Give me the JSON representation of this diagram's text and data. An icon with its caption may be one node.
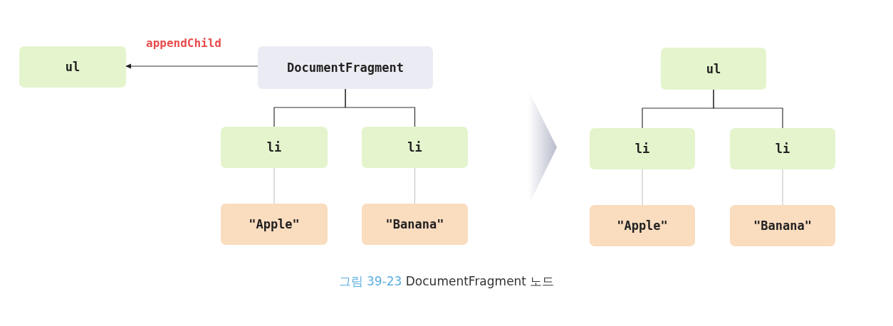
{
  "diagram": {
    "caption": "그림 39-23 DocumentFragment 노드",
    "nodes": [
      {
        "text": [
          "ul"
        ]
      },
      {
        "text": [
          "DocumentFragment"
        ]
      },
      {
        "text": [
          "li"
        ]
      },
      {
        "text": [
          "li"
        ]
      },
      {
        "text": [
          "\"Apple\""
        ]
      },
      {
        "text": [
          "\"Banana\""
        ]
      },
      {
        "text": [
          "ul"
        ]
      },
      {
        "text": [
          "li"
        ]
      },
      {
        "text": [
          "li"
        ]
      },
      {
        "text": [
          "\"Apple\""
        ]
      },
      {
        "text": [
          "\"Banana\""
        ]
      }
    ],
    "edges": [
      {
        "from": 1,
        "to": 0,
        "arrow": "to",
        "label": "appendChild"
      },
      {
        "from": 1,
        "to": 2,
        "arrow": "none"
      },
      {
        "from": 1,
        "to": 3,
        "arrow": "none"
      },
      {
        "from": 2,
        "to": 4,
        "arrow": "none",
        "color": "#c8c8c8"
      },
      {
        "from": 3,
        "to": 5,
        "arrow": "none",
        "color": "#c8c8c8"
      },
      {
        "from": 6,
        "to": 7,
        "arrow": "none"
      },
      {
        "from": 6,
        "to": 8,
        "arrow": "none"
      },
      {
        "from": 7,
        "to": 9,
        "arrow": "none",
        "color": "#c8c8c8"
      },
      {
        "from": 8,
        "to": 10,
        "arrow": "none",
        "color": "#c8c8c8"
      }
    ]
  }
}
